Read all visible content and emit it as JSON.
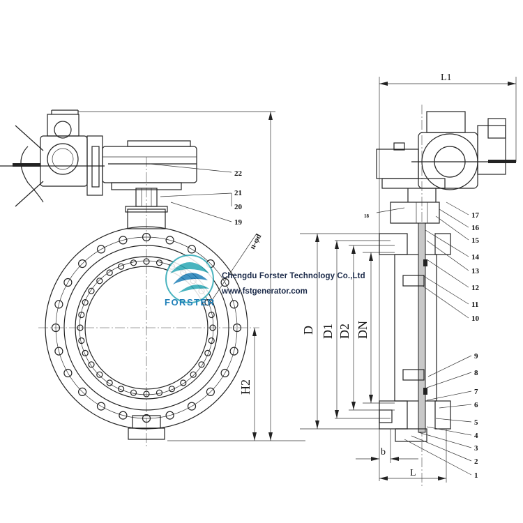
{
  "watermark": {
    "company": "Chengdu Forster Technology Co.,Ltd",
    "url": "www.fstgenerator.com",
    "brand": "FORSTER"
  },
  "dimensions": {
    "l1": "L1",
    "l": "L",
    "b": "b",
    "d": "D",
    "d1": "D1",
    "d2": "D2",
    "dn": "DN",
    "h2": "H2",
    "holes": "n-φd"
  },
  "parts": {
    "p1": "1",
    "p2": "2",
    "p3": "3",
    "p4": "4",
    "p5": "5",
    "p6": "6",
    "p7": "7",
    "p8": "8",
    "p9": "9",
    "p10": "10",
    "p11": "11",
    "p12": "12",
    "p13": "13",
    "p14": "14",
    "p15": "15",
    "p16": "16",
    "p17": "17",
    "p18": "18",
    "p19": "19",
    "p20": "20",
    "p21": "21",
    "p22": "22"
  },
  "colors": {
    "line": "#222222",
    "brand_blue": "#1f7fb8",
    "brand_teal": "#2aa7b5"
  }
}
